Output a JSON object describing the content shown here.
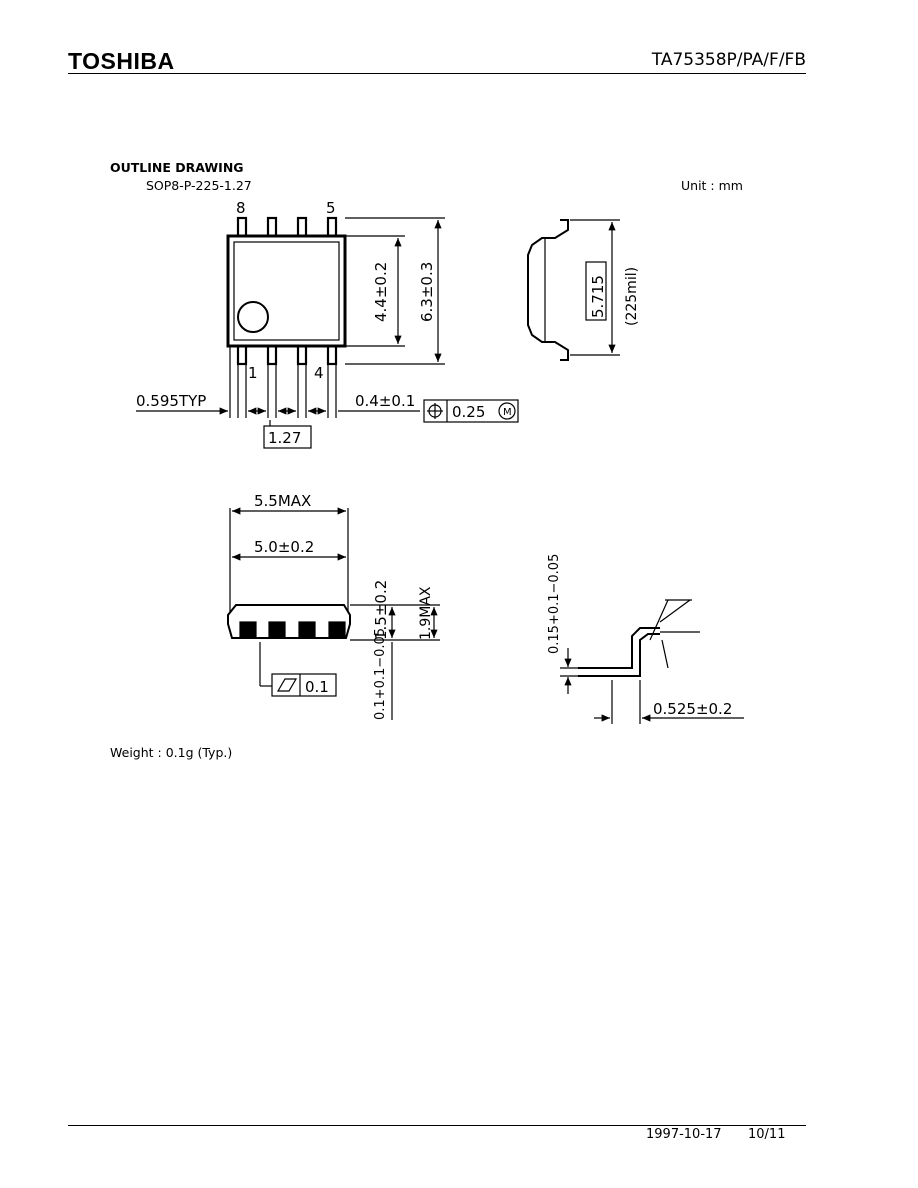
{
  "header": {
    "logo": "TOSHIBA",
    "part_number": "TA75358P/PA/F/FB"
  },
  "section": {
    "title": "OUTLINE DRAWING",
    "package": "SOP8-P-225-1.27",
    "unit": "Unit : mm"
  },
  "drawing": {
    "pin_8": "8",
    "pin_5": "5",
    "pin_1": "1",
    "pin_4": "4",
    "dim_body_width": "4.4±0.2",
    "dim_total_width": "6.3±0.3",
    "dim_5715": "5.715",
    "dim_225mil": "(225mil)",
    "dim_0595": "0.595TYP",
    "dim_lead": "0.4±0.1",
    "dim_tolerance": "0.25",
    "dim_m": "M",
    "dim_pitch": "1.27",
    "dim_55max": "5.5MAX",
    "dim_50": "5.0±0.2",
    "dim_15": "1.5±0.2",
    "dim_19max": "1.9MAX",
    "dim_flatness": "0.1",
    "dim_01": "0.1+0.1−0.05",
    "dim_015": "0.15+0.1−0.05",
    "dim_0525": "0.525±0.2"
  },
  "weight": "Weight : 0.1g (Typ.)",
  "footer": {
    "date": "1997-10-17",
    "page": "10/11"
  }
}
